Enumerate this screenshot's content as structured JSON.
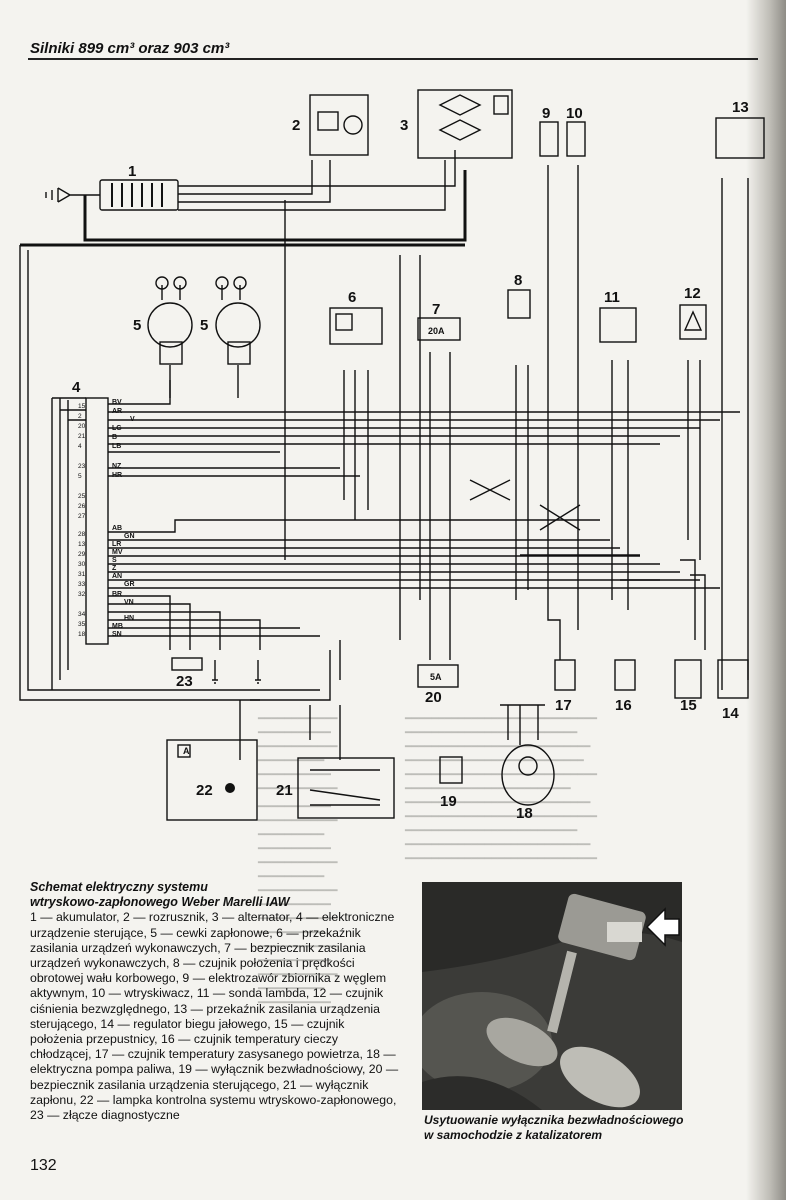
{
  "header": {
    "title": "Silniki 899 cm³ oraz 903 cm³"
  },
  "caption": {
    "title_line1": "Schemat elektryczny systemu",
    "title_line2": "wtryskowo-zapłonowego Weber Marelli IAW",
    "text": "1 — akumulator, 2 — rozrusznik, 3 — alternator, 4 — elektroniczne urządzenie sterujące, 5 — cewki zapłonowe, 6 — przekaźnik zasilania urządzeń wykonawczych, 7 — bezpiecznik zasilania urządzeń wykonawczych, 8 — czujnik położenia i prędkości obrotowej wału korbowego, 9 — elektrozawór zbiornika z węglem aktywnym, 10 — wtryskiwacz, 11 — sonda lambda, 12 — czujnik ciśnienia bezwzględnego, 13 — przekaźnik zasilania urządzenia sterującego, 14 — regulator biegu jałowego, 15 — czujnik położenia przepustnicy, 16 — czujnik temperatury cieczy chłodzącej, 17 — czujnik temperatury zasysanego powietrza, 18 — elektryczna pompa paliwa, 19 — wyłącznik bezwładnościowy, 20 — bezpiecznik zasilania urządzenia sterującego, 21 — wyłącznik zapłonu, 22 — lampka kontrolna systemu wtryskowo-zapłonowego, 23 — złącze diagnostyczne"
  },
  "photo": {
    "caption_line1": "Usytuowanie wyłącznika bezwładnościowego",
    "caption_line2": "w samochodzie z katalizatorem"
  },
  "page_number": "132",
  "diagram": {
    "component_numbers": [
      "1",
      "2",
      "3",
      "4",
      "5",
      "5",
      "6",
      "7",
      "8",
      "9",
      "10",
      "11",
      "12",
      "13",
      "14",
      "15",
      "16",
      "17",
      "18",
      "19",
      "20",
      "21",
      "22",
      "23"
    ],
    "fuse_labels": {
      "f7": "20A",
      "f20": "5A"
    },
    "lamp_box_label": "A",
    "ecu_pins": [
      "15",
      "2",
      "20",
      "21",
      "4",
      "23",
      "5",
      "25",
      "26",
      "27",
      "28",
      "13",
      "29",
      "30",
      "31",
      "33",
      "32",
      "34",
      "35",
      "18"
    ],
    "ecu_wire_colors": [
      "BV",
      "AR",
      "V",
      "LG",
      "B",
      "LB",
      "NZ",
      "HR",
      "AB",
      "GN",
      "LR",
      "MV",
      "S",
      "Z",
      "AN",
      "GR",
      "BR",
      "VN",
      "HN",
      "MB",
      "SN"
    ]
  }
}
